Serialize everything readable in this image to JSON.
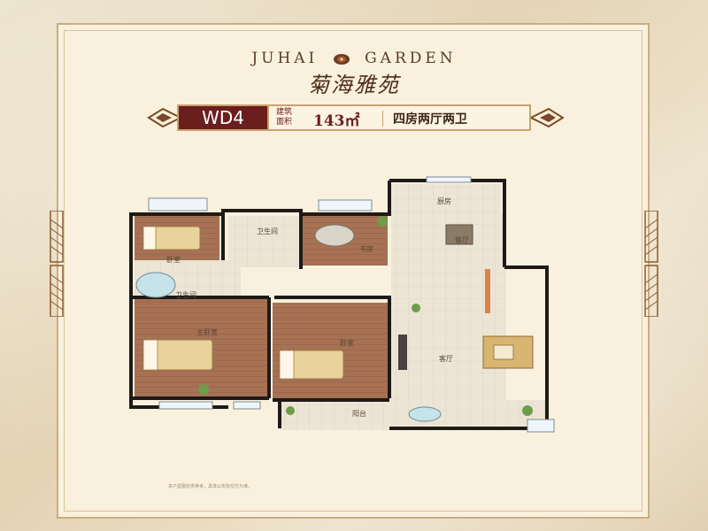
{
  "brand": {
    "english_left": "JUHAI",
    "english_right": "GARDEN",
    "chinese": "菊海雅苑"
  },
  "unit": {
    "code": "WD4",
    "area_label_line1": "建筑",
    "area_label_line2": "面积",
    "area_value": "143㎡",
    "layout": "四房两厅两卫"
  },
  "rooms": {
    "bedroom_1": "卧室",
    "bathroom_small": "卫生间",
    "study": "书房",
    "bathroom": "卫生间",
    "kitchen": "厨房",
    "dining": "餐厅",
    "master_bedroom": "主卧室",
    "bedroom_2": "卧室",
    "living": "客厅",
    "balcony": "阳台"
  },
  "footnote": "本户型图仅供参考，具体以实际交付为准。",
  "colors": {
    "frame": "#c9ae82",
    "code_box": "#6b1e1e",
    "wall": "#1e1a18",
    "wood_floor": "#a77154",
    "tile_floor": "#ece5d5"
  }
}
